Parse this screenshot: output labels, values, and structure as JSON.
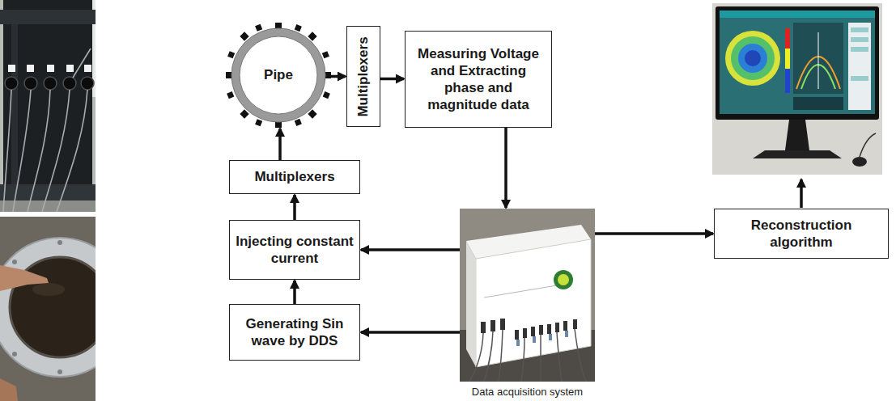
{
  "diagram": {
    "nodes": [
      {
        "text": [
          "Pipe"
        ]
      },
      {
        "text": [
          "Multiplexers"
        ]
      },
      {
        "text": [
          "Measuring Voltage and Extracting phase and magnitude data"
        ]
      },
      {
        "text": [
          "Multiplexers"
        ]
      },
      {
        "text": [
          "Data acquisition system"
        ]
      },
      {
        "text": [
          "Reconstruction algorithm"
        ]
      },
      {
        "text": [
          "Injecting constant current"
        ]
      },
      {
        "text": [
          "Generating Sin wave by DDS"
        ]
      }
    ],
    "edges": [
      {
        "from": 0,
        "to": 1,
        "arrow": "to"
      },
      {
        "from": 1,
        "to": 2,
        "arrow": "to"
      },
      {
        "from": 2,
        "to": 4,
        "arrow": "to"
      },
      {
        "from": 4,
        "to": 5,
        "arrow": "to"
      },
      {
        "from": 4,
        "to": 6,
        "arrow": "to"
      },
      {
        "from": 4,
        "to": 7,
        "arrow": "to"
      },
      {
        "from": 7,
        "to": 6,
        "arrow": "to"
      },
      {
        "from": 6,
        "to": 3,
        "arrow": "to"
      },
      {
        "from": 3,
        "to": 0,
        "arrow": "to"
      }
    ]
  }
}
